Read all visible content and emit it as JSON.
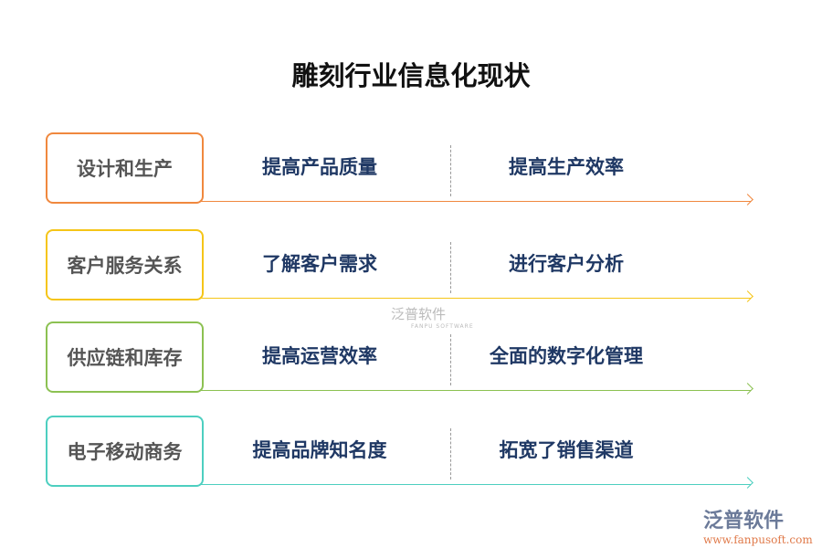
{
  "title": "雕刻行业信息化现状",
  "rows": [
    {
      "label": "设计和生产",
      "item1": "提高产品质量",
      "item2": "提高生产效率",
      "color": "#f0883e"
    },
    {
      "label": "客户服务关系",
      "item1": "了解客户需求",
      "item2": "进行客户分析",
      "color": "#f5c518"
    },
    {
      "label": "供应链和库存",
      "item1": "提高运营效率",
      "item2": "全面的数字化管理",
      "color": "#8cc152"
    },
    {
      "label": "电子移动商务",
      "item1": "提高品牌知名度",
      "item2": "拓宽了销售渠道",
      "color": "#4dcfc0"
    }
  ],
  "watermark": {
    "name": "泛普软件",
    "sub": "FANPU SOFTWARE"
  },
  "logo": {
    "name": "泛普软件",
    "url": "www.fanpusoft.com"
  }
}
